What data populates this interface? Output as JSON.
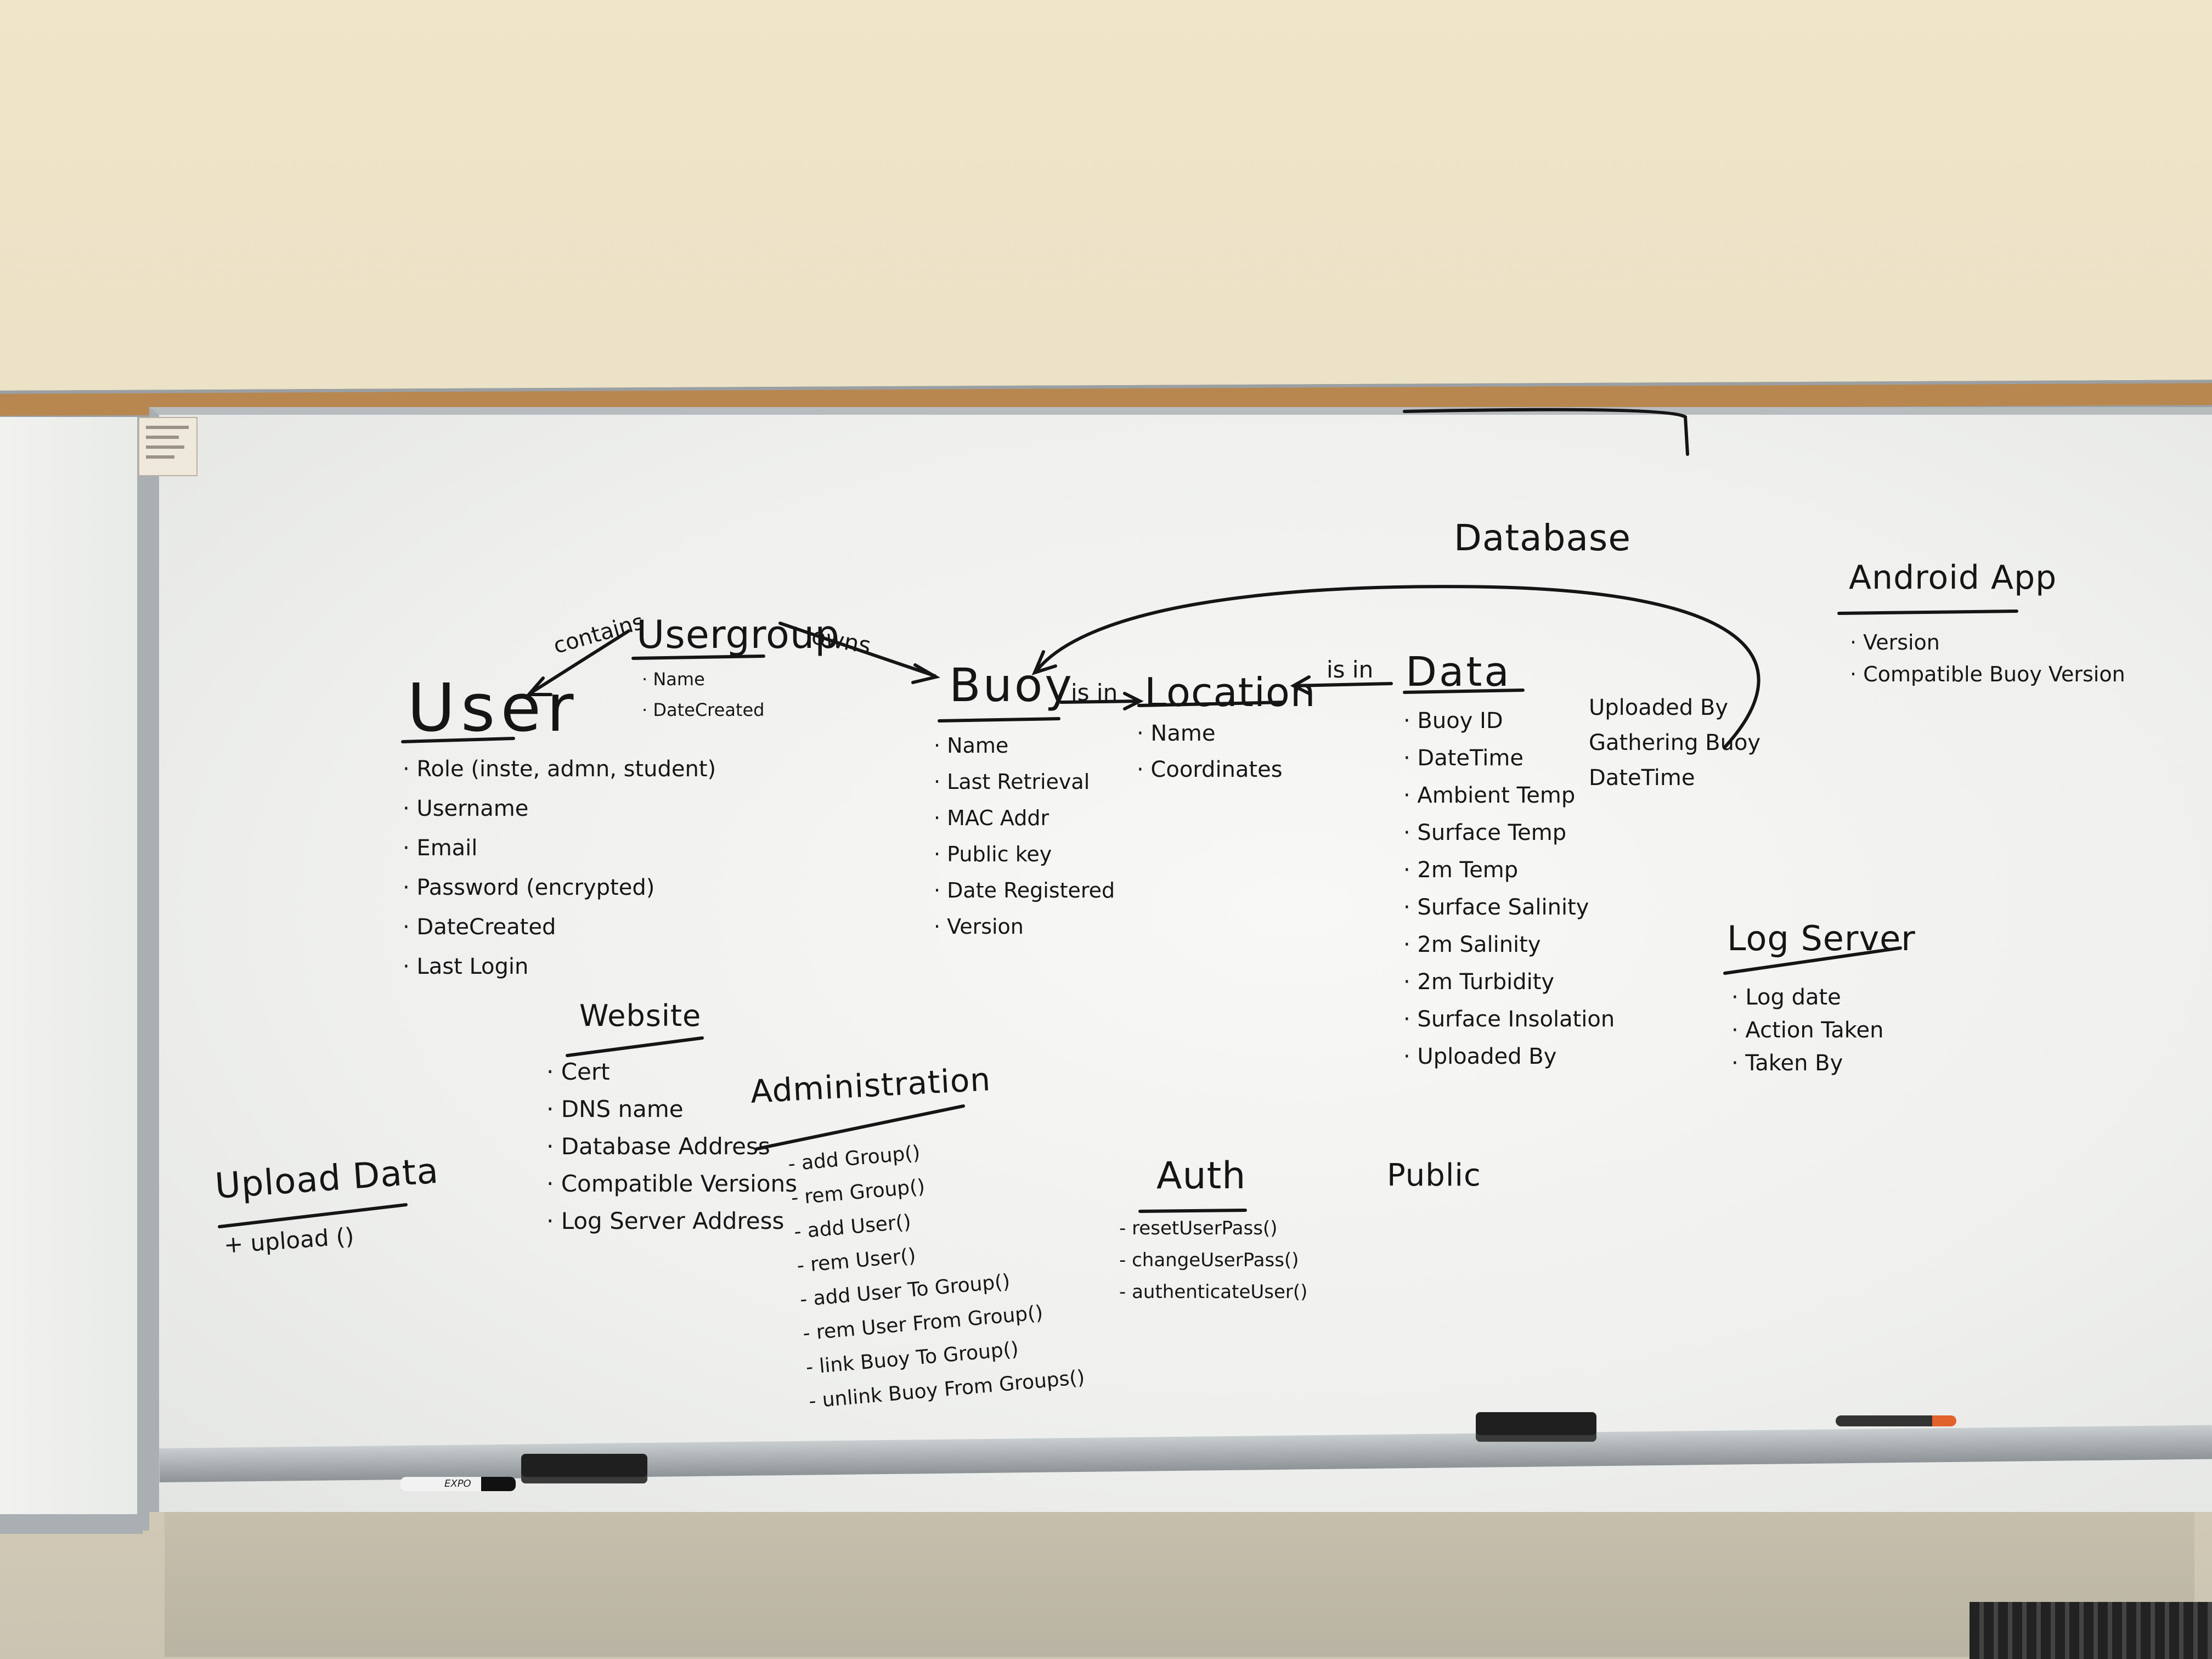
{
  "diagram": {
    "title": "Database",
    "entities": {
      "user": {
        "name": "User",
        "attributes": [
          "· Role (inste, admn, student)",
          "· Username",
          "· Email",
          "· Password (encrypted)",
          "· DateCreated",
          "· Last Login"
        ]
      },
      "usergroup": {
        "name": "Usergroup",
        "attributes": [
          "· Name",
          "· DateCreated"
        ]
      },
      "buoy": {
        "name": "Buoy",
        "attributes": [
          "· Name",
          "· Last Retrieval",
          "· MAC Addr",
          "· Public key",
          "· Date Registered",
          "· Version"
        ]
      },
      "location": {
        "name": "Location",
        "attributes": [
          "· Name",
          "· Coordinates"
        ]
      },
      "data": {
        "name": "Data",
        "attributes": [
          "· Buoy ID",
          "· DateTime",
          "· Ambient Temp",
          "· Surface Temp",
          "· 2m Temp",
          "· Surface Salinity",
          "· 2m Salinity",
          "· 2m Turbidity",
          "· Surface Insolation",
          "· Uploaded By"
        ]
      },
      "uploaded_by": [
        "Uploaded By",
        "Gathering Buoy",
        "DateTime"
      ]
    },
    "relations": {
      "contains": "contains",
      "owns": "owns",
      "buoy_location": "is in",
      "data_location": "is in"
    },
    "android_app": {
      "name": "Android App",
      "attributes": [
        "· Version",
        "· Compatible Buoy Version"
      ]
    },
    "log_server": {
      "name": "Log Server",
      "attributes": [
        "· Log date",
        "· Action Taken",
        "· Taken By"
      ]
    },
    "website": {
      "name": "Website",
      "attributes": [
        "· Cert",
        "· DNS name",
        "· Database Address",
        "· Compatible Versions",
        "· Log Server Address"
      ]
    },
    "administration": {
      "name": "Administration",
      "methods": [
        "- add Group()",
        "- rem Group()",
        "- add User()",
        "- rem User()",
        "- add User To Group()",
        "- rem User From Group()",
        "- link Buoy To Group()",
        "- unlink Buoy From Groups()"
      ]
    },
    "upload_data": {
      "name": "Upload Data",
      "methods": [
        "+ upload ()"
      ]
    },
    "auth": {
      "name": "Auth",
      "methods": [
        "- resetUserPass()",
        "- changeUserPass()",
        "- authenticateUser()"
      ]
    },
    "public": "Public"
  },
  "marker_label": "EXPO",
  "colors": {
    "ink": "#151515",
    "board": "#f4f5f2",
    "frame": "#a9afb2",
    "cork": "#b8874f",
    "wall": "#ede3c6"
  }
}
